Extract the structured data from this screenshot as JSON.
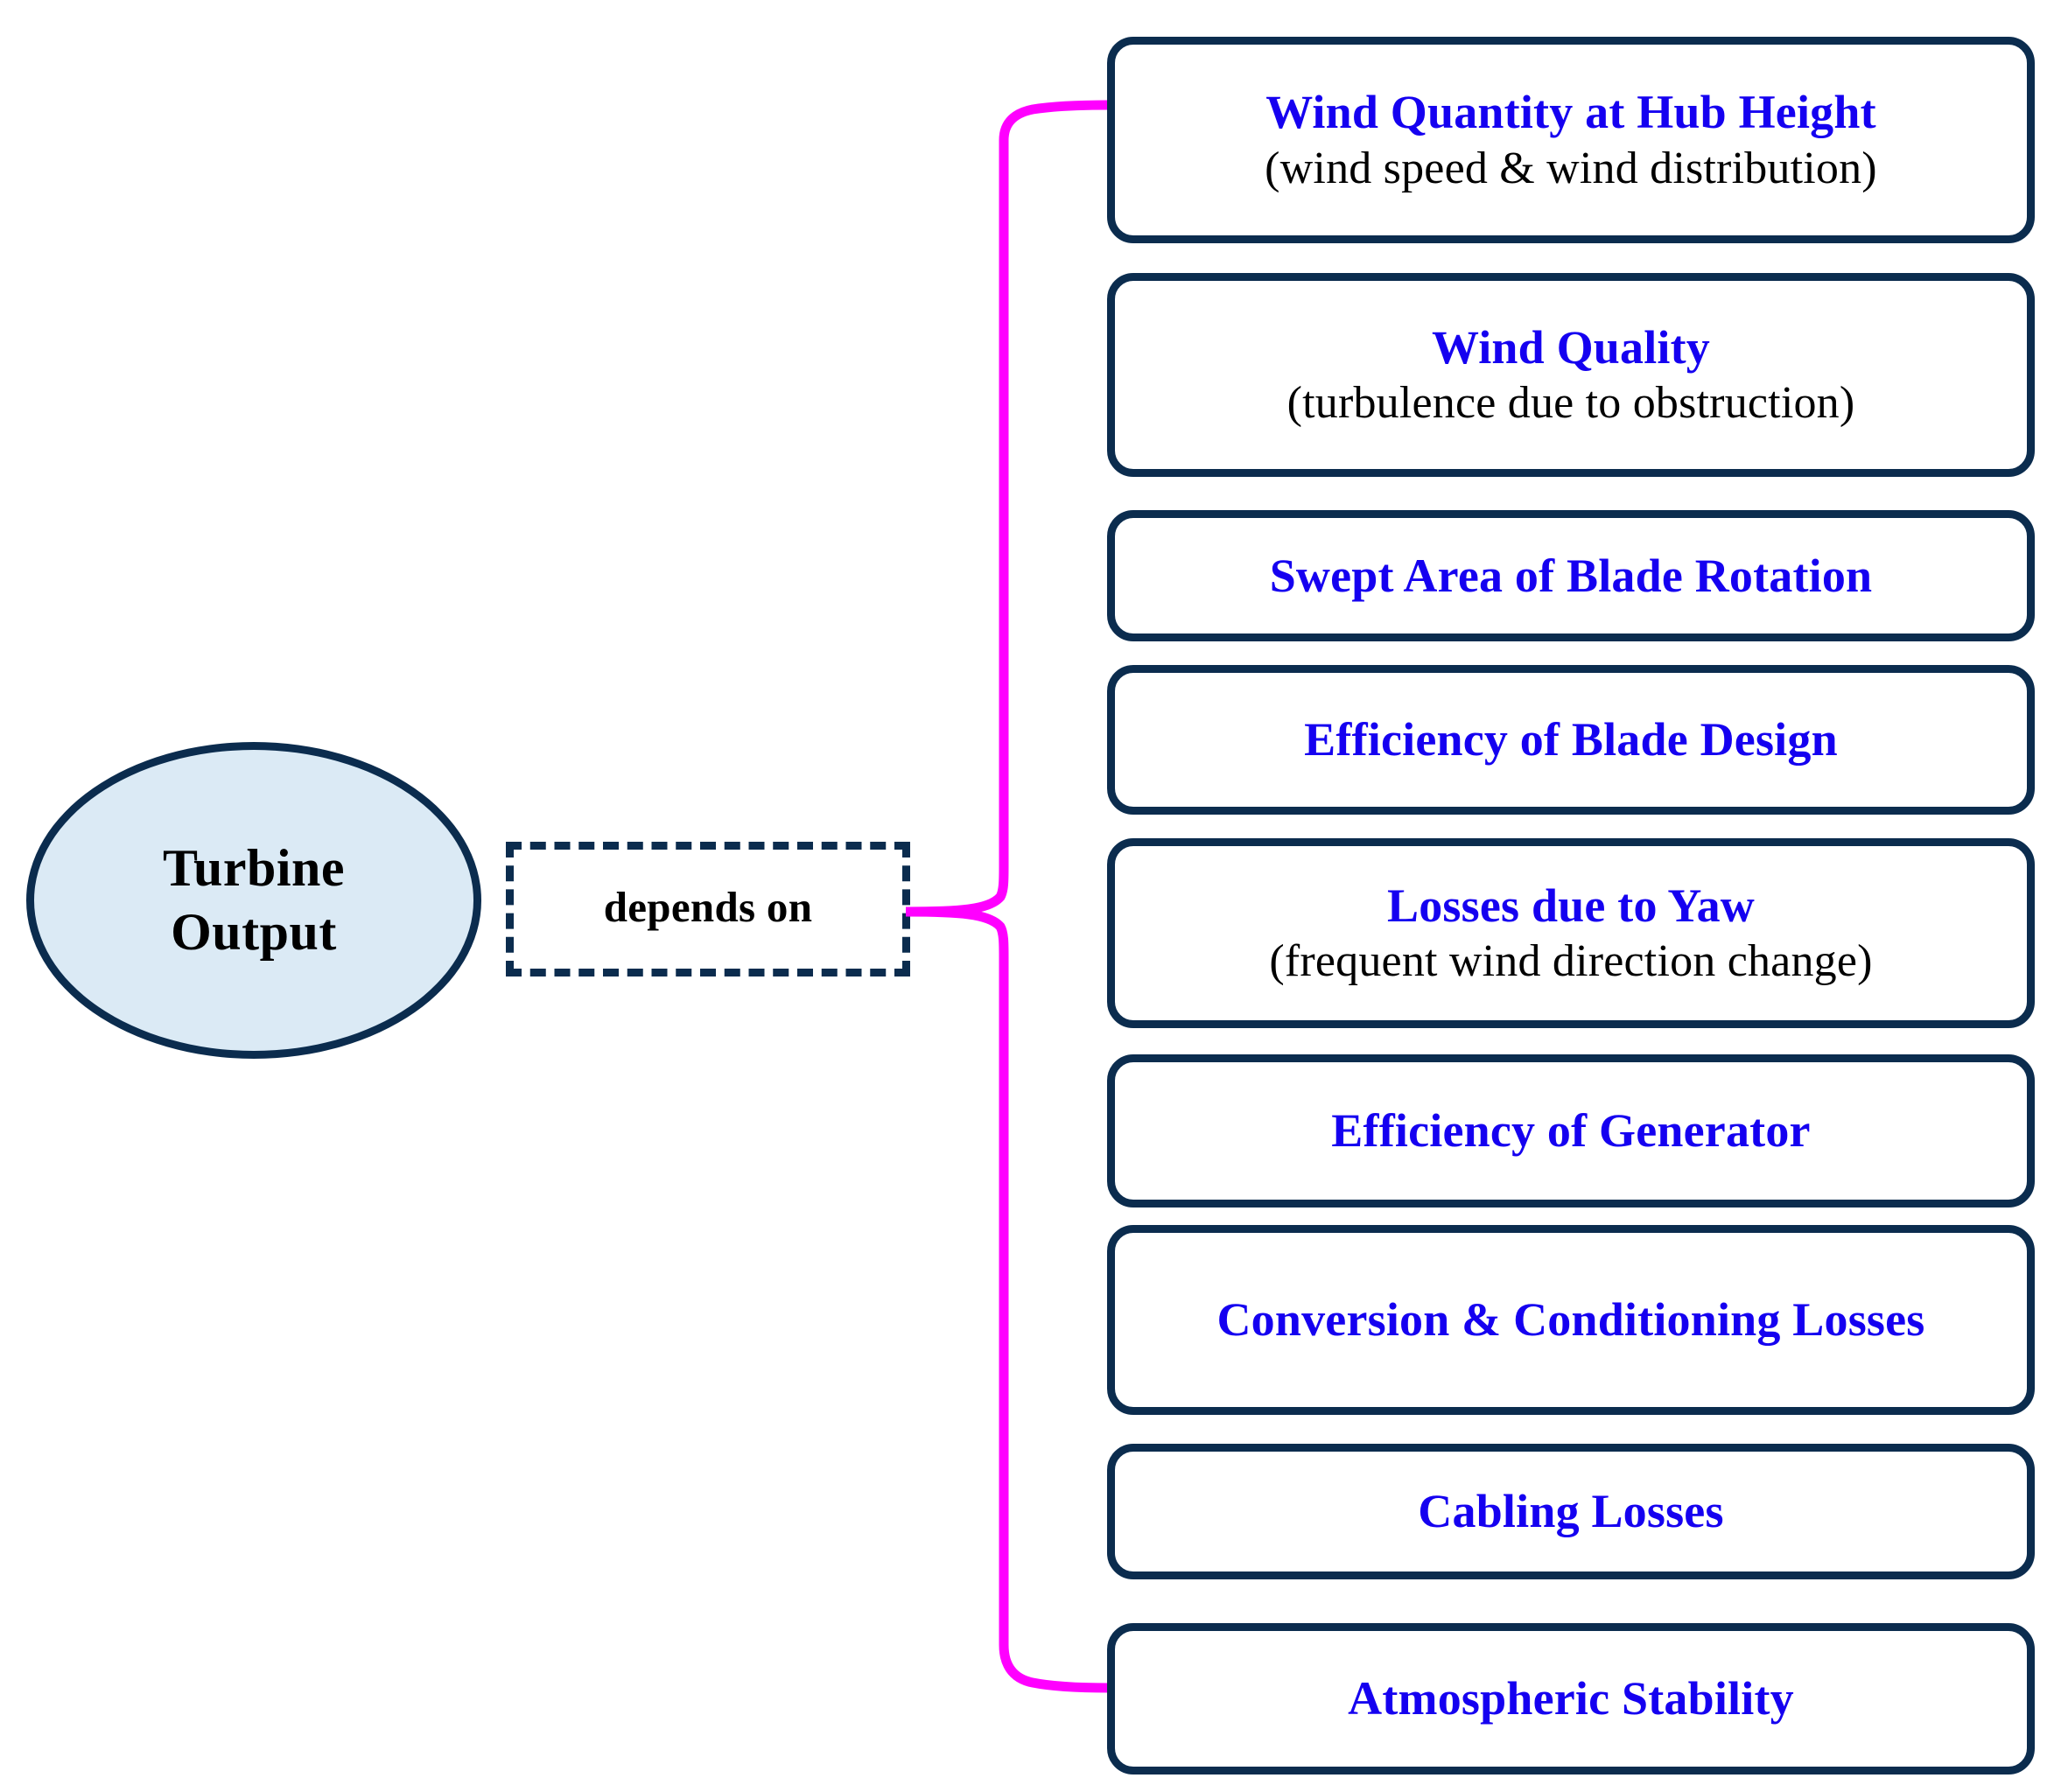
{
  "diagram": {
    "title": "Turbine Output dependency diagram",
    "colors": {
      "box_border": "#0b2c4e",
      "box_fill": "#ffffff",
      "ellipse_fill": "#dbeaf5",
      "title_text": "#1500f0",
      "sub_text": "#000000",
      "connector": "#ff00ff"
    },
    "root": {
      "label": "Turbine\nOutput",
      "shape": "ellipse"
    },
    "relation": {
      "label": "depends on",
      "shape": "dashed-rectangle"
    },
    "connector": {
      "name": "magenta-bracket",
      "color": "#ff00ff",
      "style": "curly-bracket"
    },
    "factors": [
      {
        "title": "Wind Quantity at Hub Height",
        "subtitle": "(wind speed & wind distribution)"
      },
      {
        "title": "Wind Quality",
        "subtitle": "(turbulence due to obstruction)"
      },
      {
        "title": "Swept Area of Blade Rotation",
        "subtitle": ""
      },
      {
        "title": "Efficiency of Blade Design",
        "subtitle": ""
      },
      {
        "title": "Losses due to Yaw",
        "subtitle": "(frequent wind direction change)"
      },
      {
        "title": "Efficiency of Generator",
        "subtitle": ""
      },
      {
        "title": "Conversion & Conditioning Losses",
        "subtitle": ""
      },
      {
        "title": "Cabling Losses",
        "subtitle": ""
      },
      {
        "title": "Atmospheric Stability",
        "subtitle": ""
      }
    ]
  }
}
